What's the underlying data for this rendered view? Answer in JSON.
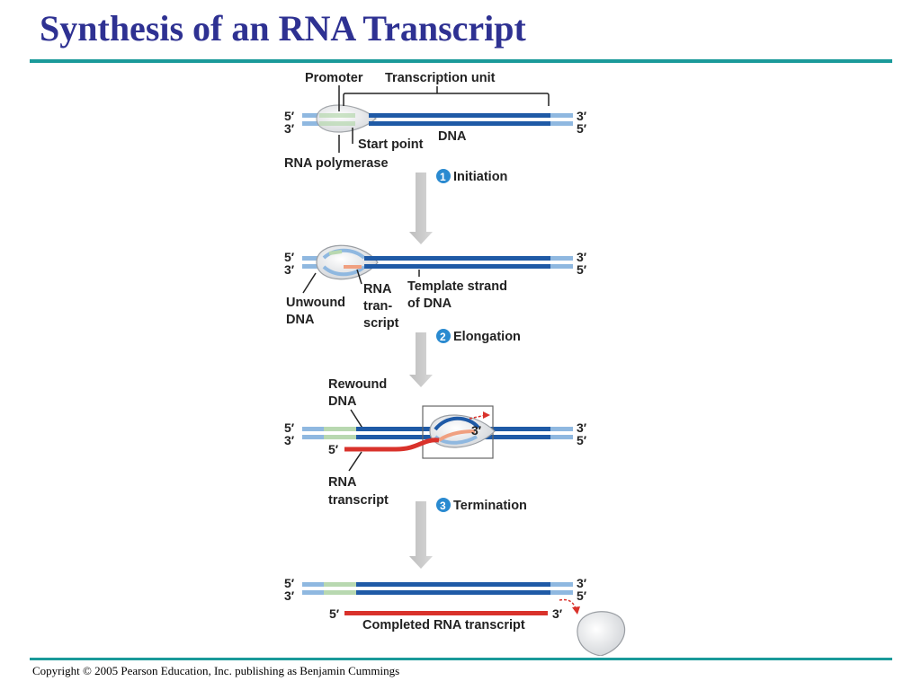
{
  "title": "Synthesis of an RNA Transcript",
  "footer": "Copyright © 2005 Pearson Education, Inc. publishing as Benjamin Cummings",
  "ends": {
    "five": "5′",
    "three": "3′"
  },
  "stage1": {
    "promoter": "Promoter",
    "transcription_unit": "Transcription unit",
    "start_point": "Start point",
    "dna": "DNA",
    "rna_polymerase": "RNA polymerase"
  },
  "steps": {
    "initiation": {
      "number": "1",
      "label": "Initiation"
    },
    "elongation": {
      "number": "2",
      "label": "Elongation"
    },
    "termination": {
      "number": "3",
      "label": "Termination"
    }
  },
  "stage2": {
    "unwound_1": "Unwound",
    "unwound_2": "DNA",
    "rna_1": "RNA",
    "rna_2": "tran-",
    "rna_3": "script",
    "template_1": "Template strand",
    "template_2": "of DNA"
  },
  "stage3": {
    "rewound_1": "Rewound",
    "rewound_2": "DNA",
    "rna_1": "RNA",
    "rna_2": "transcript"
  },
  "stage4": {
    "completed": "Completed RNA transcript"
  },
  "colors": {
    "title": "#2e3192",
    "rule": "#1a9a9a",
    "dna_dark": "#1f5aa6",
    "dna_light": "#8fb8e0",
    "rna": "#d9322b",
    "rna_light": "#f0a080",
    "promoter": "#b8d8b0",
    "step_badge": "#2a8ad0"
  }
}
